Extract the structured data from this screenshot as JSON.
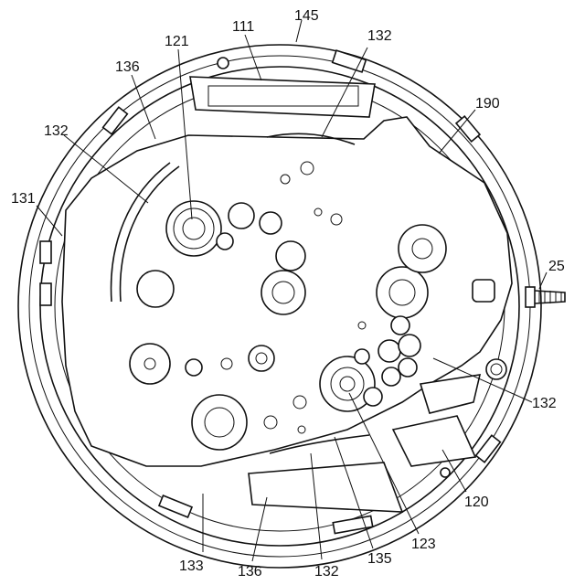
{
  "figure": {
    "labels": {
      "l145": "145",
      "l111": "111",
      "l132a": "132",
      "l121": "121",
      "l136a": "136",
      "l190": "190",
      "l132b": "132",
      "l131": "131",
      "l25": "25",
      "l132c": "132",
      "l120": "120",
      "l133": "133",
      "l136b": "136",
      "l132d": "132",
      "l135": "135",
      "l123": "123"
    }
  }
}
